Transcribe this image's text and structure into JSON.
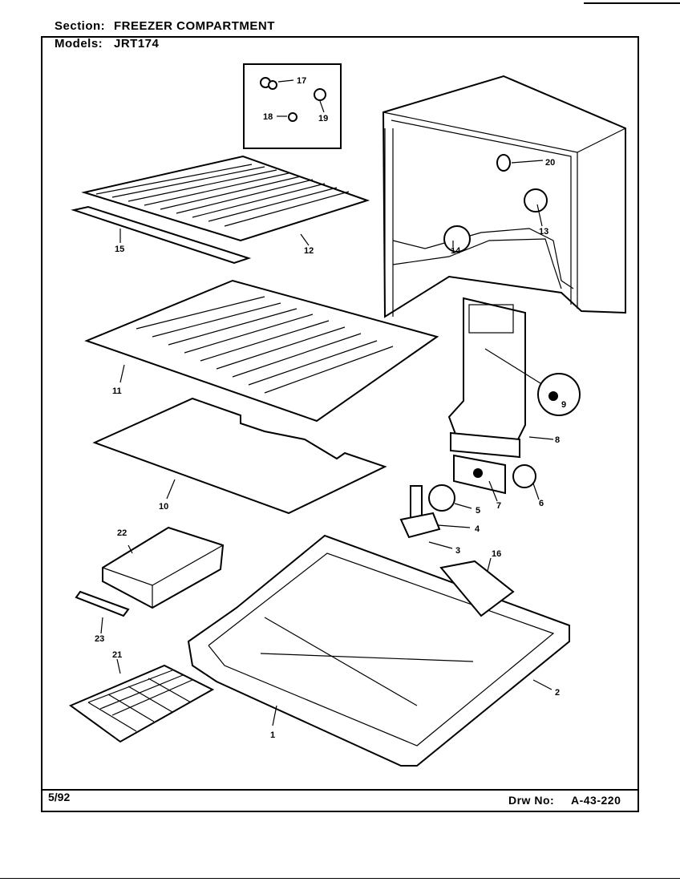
{
  "header": {
    "section_label": "Section:",
    "section_value": "FREEZER COMPARTMENT",
    "models_label": "Models:",
    "models_value": "JRT174"
  },
  "footer": {
    "date": "5/92",
    "drawing_label": "Drw No:",
    "drawing_number": "A-43-220"
  },
  "callouts": [
    "1",
    "2",
    "3",
    "4",
    "5",
    "6",
    "7",
    "8",
    "9",
    "10",
    "11",
    "12",
    "13",
    "14",
    "15",
    "16",
    "17",
    "18",
    "19",
    "20",
    "21",
    "22",
    "23"
  ]
}
